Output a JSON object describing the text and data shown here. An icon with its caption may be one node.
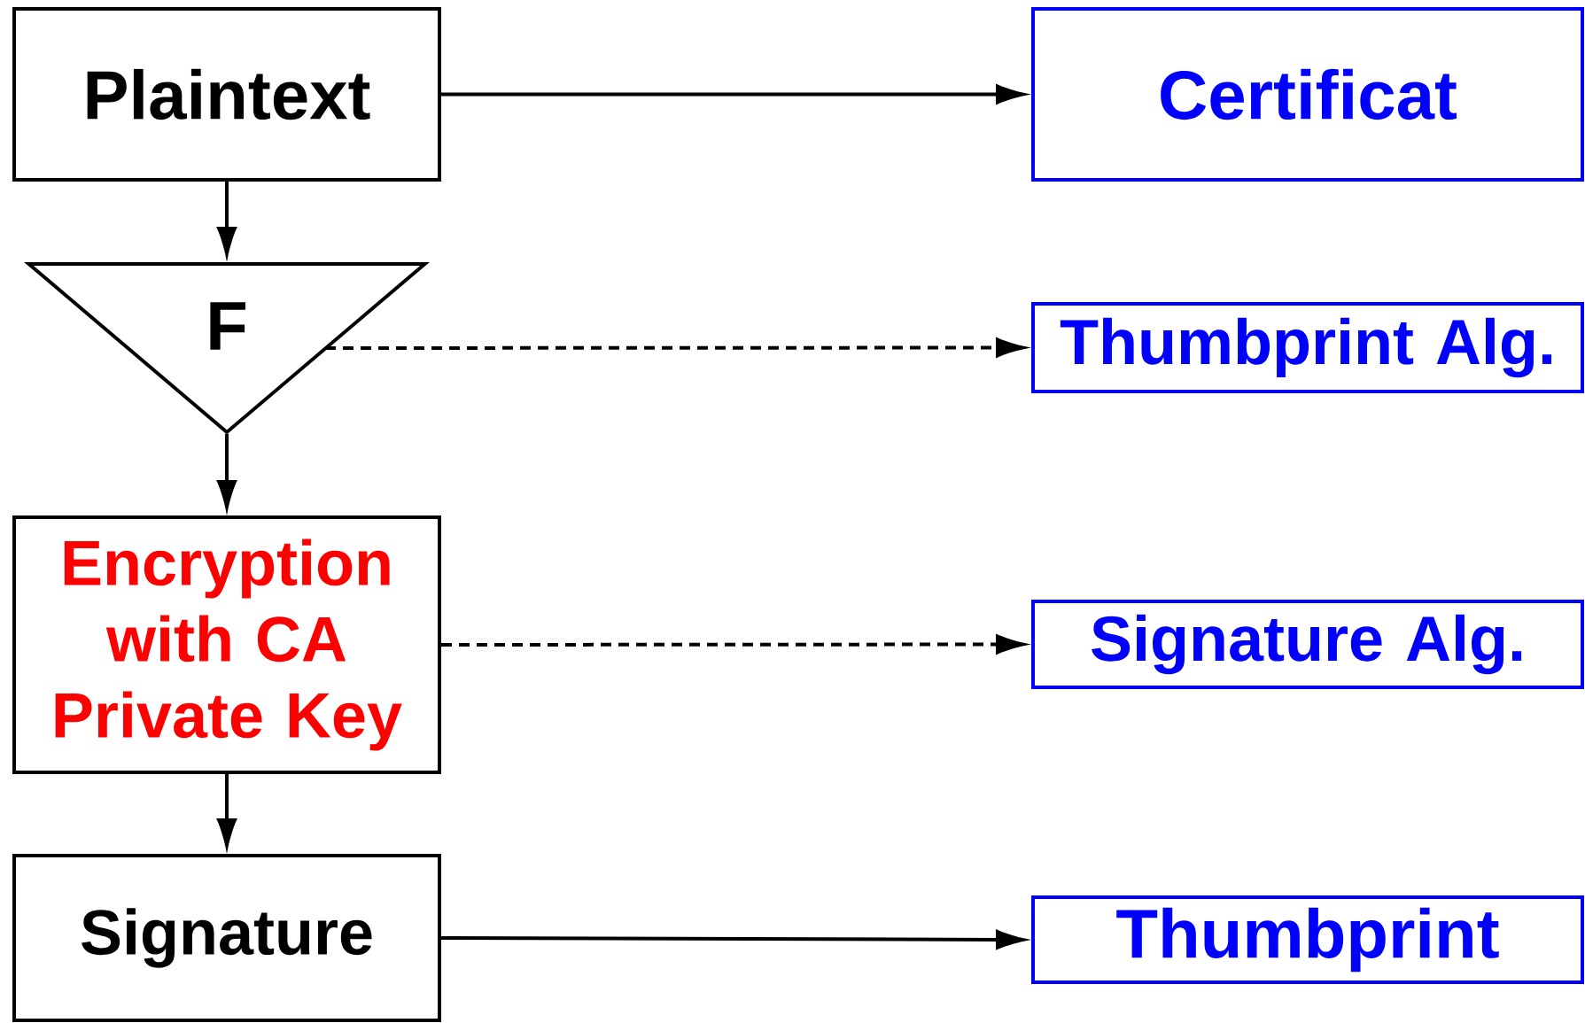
{
  "diagram": {
    "nodes": [
      {
        "text": [
          "Plaintext"
        ]
      },
      {
        "text": [
          "Certificat"
        ]
      },
      {
        "text": [
          "F"
        ]
      },
      {
        "text": [
          "Thumbprint Alg."
        ]
      },
      {
        "text": [
          "Encryption with CA Private Key"
        ]
      },
      {
        "text": [
          "Signature Alg."
        ]
      },
      {
        "text": [
          "Signature"
        ]
      },
      {
        "text": [
          "Thumbprint"
        ]
      }
    ],
    "edges": [
      {
        "from": 0,
        "to": 1,
        "arrow": "to"
      },
      {
        "from": 0,
        "to": 2,
        "arrow": "to"
      },
      {
        "from": 2,
        "to": 3,
        "arrow": "to",
        "style": "dashed"
      },
      {
        "from": 2,
        "to": 4,
        "arrow": "to"
      },
      {
        "from": 4,
        "to": 5,
        "arrow": "to",
        "style": "dashed"
      },
      {
        "from": 4,
        "to": 6,
        "arrow": "to"
      },
      {
        "from": 6,
        "to": 7,
        "arrow": "to"
      }
    ]
  }
}
